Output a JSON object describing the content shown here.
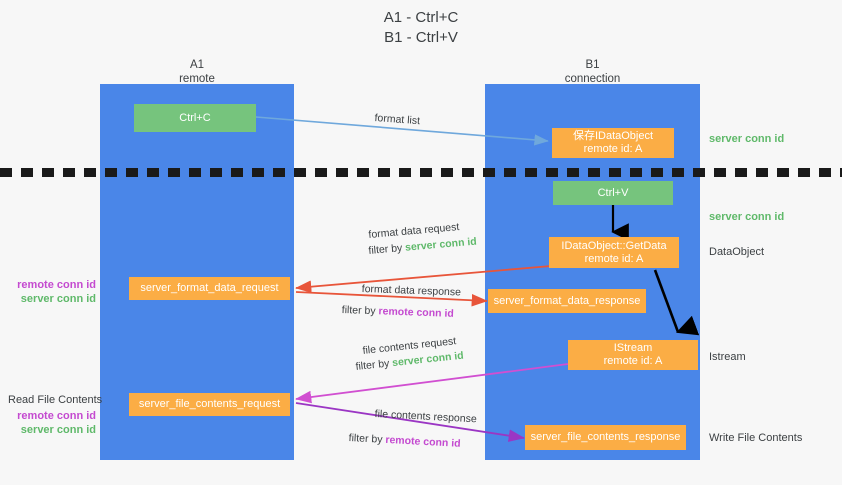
{
  "title": {
    "line1": "A1 - Ctrl+C",
    "line2": "B1 - Ctrl+V"
  },
  "columns": [
    {
      "id": "a1",
      "name": "A1",
      "sub": "remote"
    },
    {
      "id": "b1",
      "name": "B1",
      "sub": "connection"
    }
  ],
  "colors": {
    "lane": "#4a86e8",
    "green_box": "#76c47d",
    "orange_box": "#fbad45",
    "server_conn": "#5fb96a",
    "remote_conn": "#c44ad0",
    "arrow_blue": "#6fa8dc",
    "arrow_red": "#e8553a",
    "arrow_magenta": "#d14fd1",
    "arrow_purple": "#9b36c4",
    "arrow_black": "#000000",
    "text": "#3c4043",
    "background": "#f7f7f7"
  },
  "boxes": {
    "ctrl_c": {
      "line1": "Ctrl+C",
      "line2": ""
    },
    "save_idataobject": {
      "line1": "保存IDataObject",
      "line2": "remote id: A"
    },
    "ctrl_v": {
      "line1": "Ctrl+V",
      "line2": ""
    },
    "getdata": {
      "line1": "IDataObject::GetData",
      "line2": "remote id: A"
    },
    "server_format_data_request": {
      "line1": "server_format_data_request",
      "line2": ""
    },
    "server_format_data_response": {
      "line1": "server_format_data_response",
      "line2": ""
    },
    "istream": {
      "line1": "IStream",
      "line2": "remote id: A"
    },
    "server_file_contents_request": {
      "line1": "server_file_contents_request",
      "line2": ""
    },
    "server_file_contents_response": {
      "line1": "server_file_contents_response",
      "line2": ""
    }
  },
  "right_labels": [
    {
      "id": "server-conn-id-top",
      "text": "server conn id",
      "style": "green"
    },
    {
      "id": "server-conn-id-mid",
      "text": "server conn id",
      "style": "green"
    },
    {
      "id": "dataobject",
      "text": "DataObject",
      "style": "plain"
    },
    {
      "id": "istream",
      "text": "Istream",
      "style": "plain"
    },
    {
      "id": "write-file-contents",
      "text": "Write File Contents",
      "style": "plain"
    }
  ],
  "left_labels": {
    "format_remote": "remote conn id",
    "format_server": "server conn id",
    "read_file_contents": "Read File Contents",
    "file_remote": "remote conn id",
    "file_server": "server conn id"
  },
  "mid_captions": {
    "format_list": "format list",
    "format_data_request": "format data request",
    "format_data_request_filter_prefix": "filter by ",
    "format_data_request_filter_value": "server conn id",
    "format_data_response": "format data response",
    "format_data_response_filter_prefix": "filter by ",
    "format_data_response_filter_value": "remote conn id",
    "file_contents_request": "file contents request",
    "file_contents_request_filter_prefix": "filter by ",
    "file_contents_request_filter_value": "server conn id",
    "file_contents_response": "file contents response",
    "file_contents_response_filter_prefix": "filter by ",
    "file_contents_response_filter_value": "remote conn id"
  }
}
